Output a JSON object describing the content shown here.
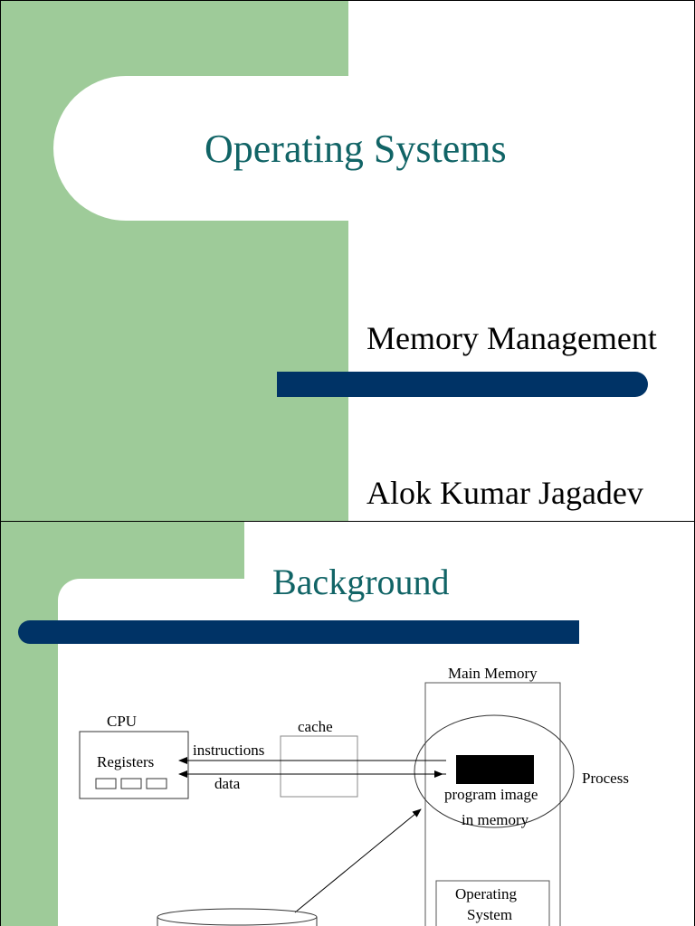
{
  "colors": {
    "green": "#9ecb99",
    "navy": "#003366",
    "title": "#116466"
  },
  "slide1": {
    "title": "Operating Systems",
    "subtitle": "Memory Management",
    "author": "Alok Kumar Jagadev"
  },
  "slide2": {
    "title": "Background",
    "diagram": {
      "main_memory": "Main Memory",
      "cpu": "CPU",
      "registers": "Registers",
      "cache": "cache",
      "instructions": "instructions",
      "data": "data",
      "process": "Process",
      "program_image_line1": "program image",
      "program_image_line2": "in memory",
      "os_line1": "Operating",
      "os_line2": "System"
    }
  }
}
